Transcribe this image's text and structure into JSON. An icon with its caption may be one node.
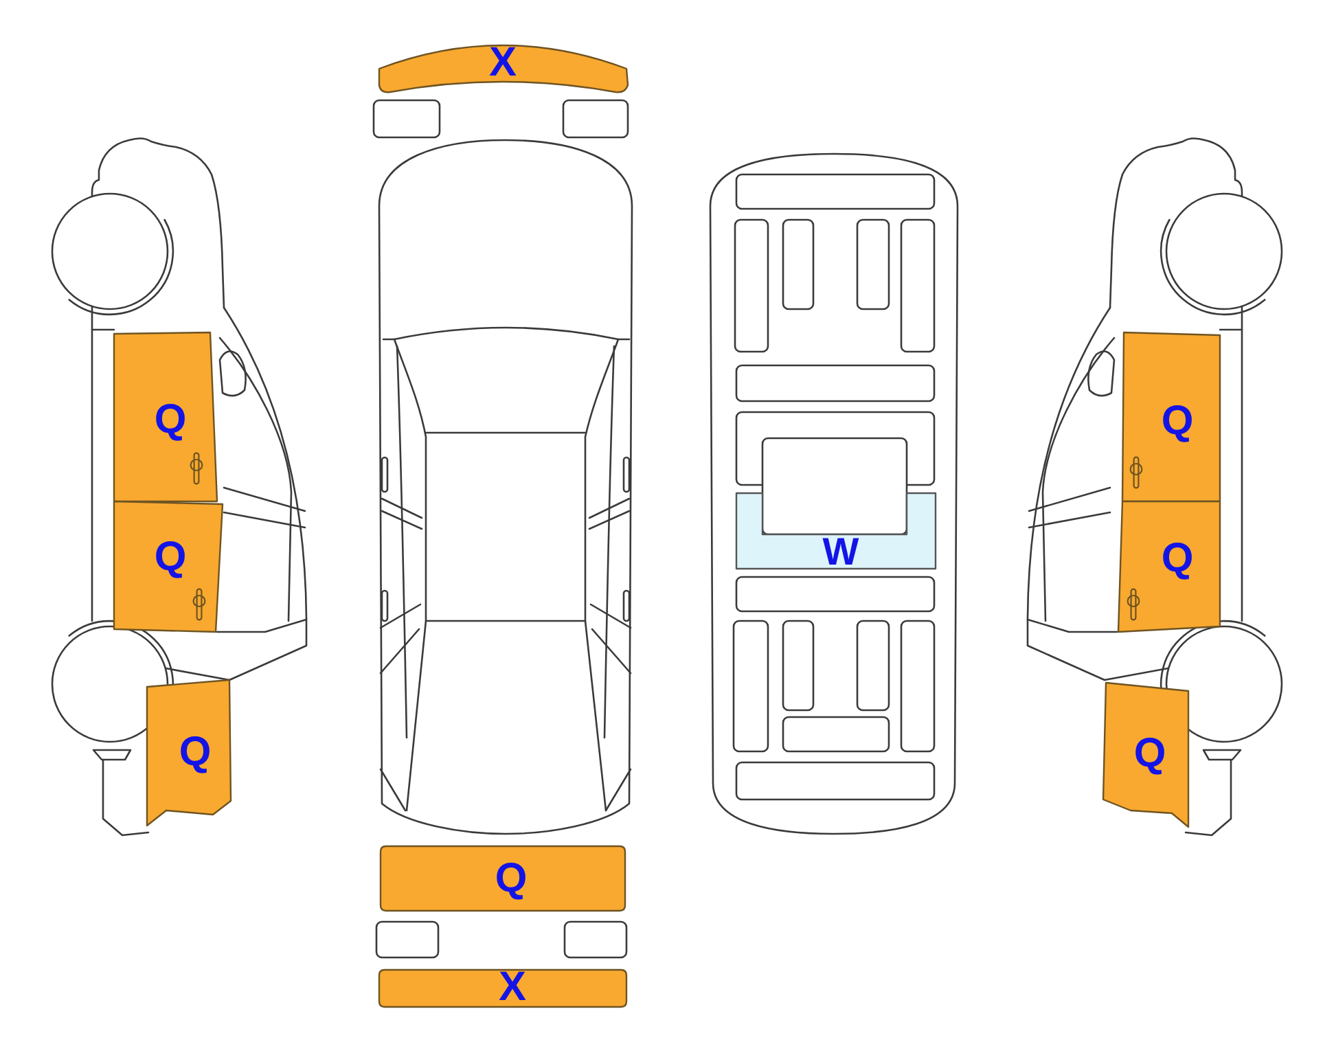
{
  "diagram": {
    "nodes": [
      {
        "text": [
          "X"
        ]
      },
      {
        "text": [
          "Q"
        ]
      },
      {
        "text": [
          "Q"
        ]
      },
      {
        "text": [
          "Q"
        ]
      },
      {
        "text": [
          "W"
        ]
      },
      {
        "text": [
          "Q"
        ]
      },
      {
        "text": [
          "Q"
        ]
      },
      {
        "text": [
          "Q"
        ]
      },
      {
        "text": [
          "Q"
        ]
      },
      {
        "text": [
          "X"
        ]
      }
    ]
  }
}
